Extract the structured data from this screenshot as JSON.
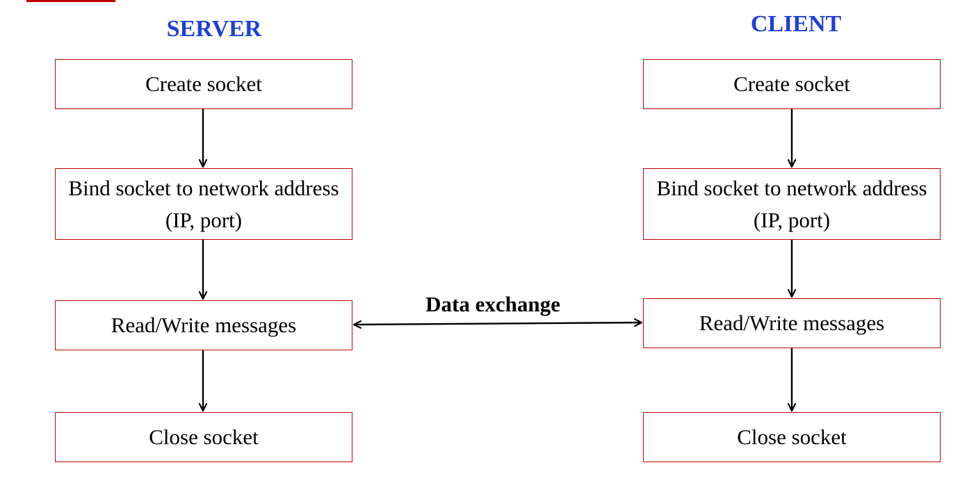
{
  "colors": {
    "heading": "#1f3fd8",
    "box_border": "#c00000",
    "arrow": "#000000",
    "accent_bar": "#c00000"
  },
  "server": {
    "title": "SERVER",
    "steps": [
      "Create socket",
      "Bind socket to network address (IP, port)",
      "Read/Write messages",
      "Close socket"
    ]
  },
  "client": {
    "title": "CLIENT",
    "steps": [
      "Create socket",
      "Bind socket to network address (IP, port)",
      "Read/Write messages",
      "Close socket"
    ]
  },
  "exchange": {
    "label": "Data exchange"
  }
}
